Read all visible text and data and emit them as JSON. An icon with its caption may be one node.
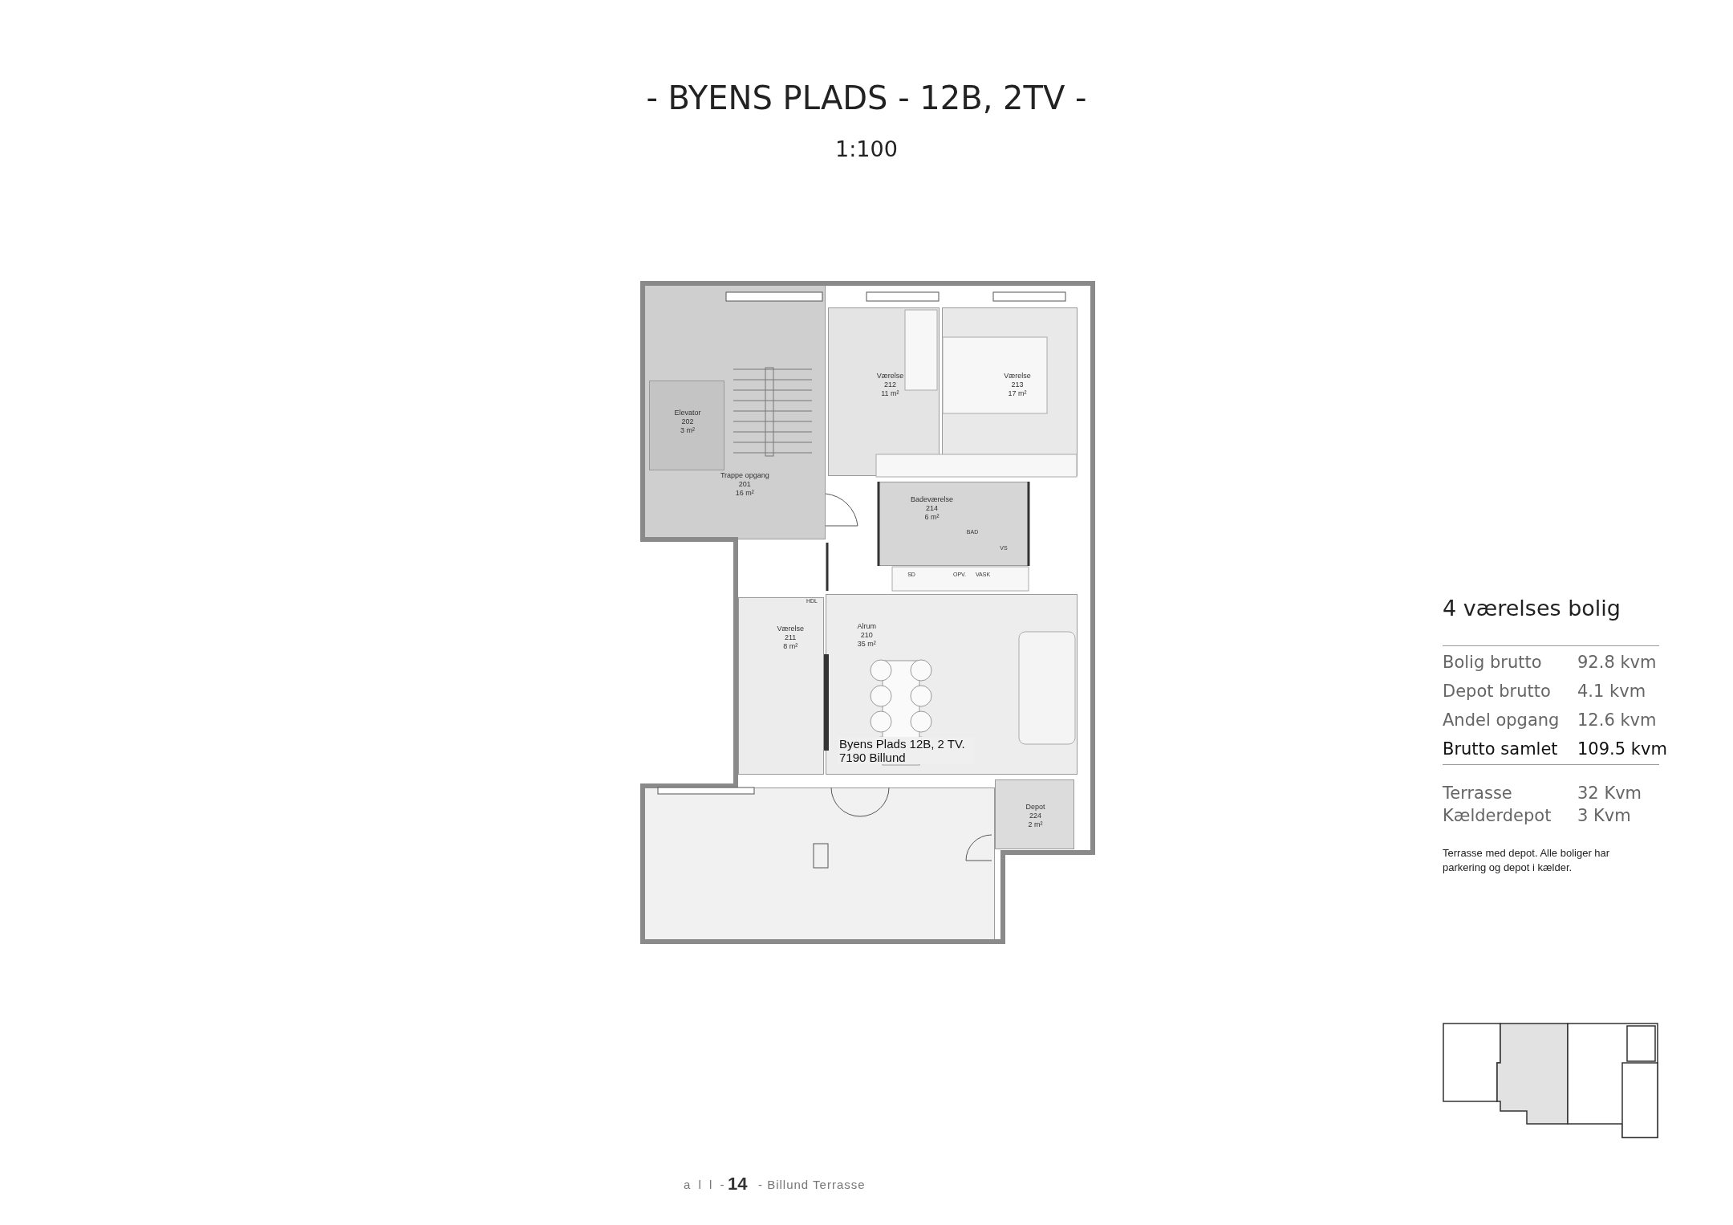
{
  "diagram": {
    "title": "- BYENS PLADS - 12B, 2TV -",
    "nodes": [
      {
        "text": [
          "Trappe opgang",
          "201",
          "16 m²"
        ]
      },
      {
        "text": [
          "Elevator",
          "202",
          "3 m²"
        ],
        "in": 0
      },
      {
        "text": [
          "Værelse",
          "212",
          "11 m²"
        ]
      },
      {
        "text": [
          "Værelse",
          "213",
          "17 m²"
        ]
      },
      {
        "text": [
          "Badeværelse",
          "214",
          "6 m²"
        ]
      },
      {
        "text": [
          "Værelse",
          "211",
          "8 m²"
        ]
      },
      {
        "text": [
          "Alrum",
          "210",
          "35 m²"
        ]
      },
      {
        "text": [
          "Depot",
          "224",
          "2 m²"
        ]
      },
      {
        "text": [],
        "shape": "box"
      }
    ],
    "labels": [
      "1:100",
      "BAD",
      "VS",
      "SD",
      "OPV.",
      "VASK",
      "HDL",
      "Byens Plads 12B, 2 TV. 7190 Billund",
      "4 værelses bolig",
      "Bolig brutto",
      "92.8 kvm",
      "Depot brutto",
      "4.1 kvm",
      "Andel opgang",
      "12.6 kvm",
      "Brutto samlet",
      "109.5 kvm",
      "Terrasse",
      "32 Kvm",
      "Kælderdepot",
      "3 Kvm",
      "Terrasse med depot. Alle boliger har parkering og depot i kælder.",
      "a l l -",
      "14",
      "- Billund Terrasse"
    ]
  }
}
